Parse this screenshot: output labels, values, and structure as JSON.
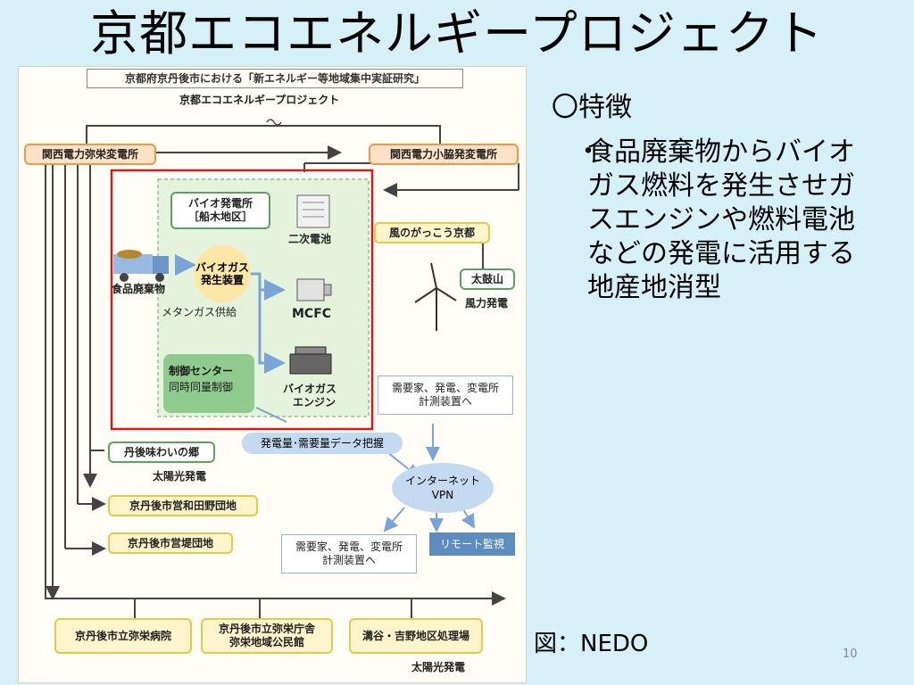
{
  "slide": {
    "title": "京都エコエネルギープロジェクト",
    "page_number": "10",
    "source": "図：NEDO"
  },
  "features": {
    "heading": "〇特徴",
    "bullet": "・",
    "text": "食品廃棄物からバイオガス燃料を発生させガスエンジンや燃料電池などの発電に活用する地産地消型"
  },
  "diagram": {
    "header": "京都府京丹後市における「新エネルギー等地域集中実証研究」",
    "project_label": "京都エコエネルギープロジェクト",
    "substation_left": "関西電力弥栄変電所",
    "substation_right": "関西電力小脇発変電所",
    "bio_plant": {
      "line1": "バイオ発電所",
      "line2": "［船木地区］"
    },
    "secondary_battery": "二次電池",
    "food_waste": "食品廃棄物",
    "biogas_generator": {
      "line1": "バイオガス",
      "line2": "発生装置"
    },
    "methane_supply": "メタンガス供給",
    "mcfc": "MCFC",
    "control_center": {
      "line1": "制御センター",
      "line2": "同時同量制御"
    },
    "biogas_engine": {
      "line1": "バイオガス",
      "line2": "エンジン"
    },
    "wind_school": "風のがっこう京都",
    "taikozan": "太鼓山",
    "wind_power": "風力発電",
    "meter_top": {
      "line1": "需要家、発電、変電所",
      "line2": "計測装置へ"
    },
    "data_grasp": "発電量･需要量データ把握",
    "tango_site": "丹後味わいの郷",
    "solar_1": "太陽光発電",
    "internet": {
      "line1": "インターネット",
      "line2": "VPN"
    },
    "site_wada": "京丹後市営和田野団地",
    "remote_monitor": "リモート監視",
    "site_tsutsumi": "京丹後市営堤団地",
    "meter_bottom": {
      "line1": "需要家、発電、変電所",
      "line2": "計測装置へ"
    },
    "hospital": "京丹後市立弥栄病院",
    "office": {
      "line1": "京丹後市立弥栄庁舎",
      "line2": "弥栄地域公民館"
    },
    "treatment": "溝谷・吉野地区処理場",
    "solar_2": "太陽光発電"
  }
}
